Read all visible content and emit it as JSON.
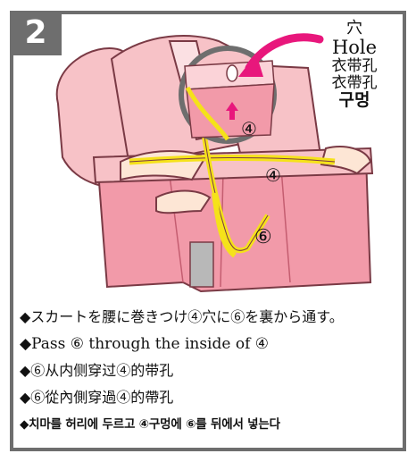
{
  "step": {
    "number": "2"
  },
  "hole_callout": {
    "jp": "穴",
    "en": "Hole",
    "cn_simplified": "衣带孔",
    "cn_traditional": "衣帶孔",
    "ko": "구멍"
  },
  "markers": {
    "hole": "④",
    "skirt": "④",
    "tie": "⑥"
  },
  "instructions": {
    "jp": "◆スカートを腰に巻きつけ④穴に⑥を裏から通す。",
    "en": "◆Pass ⑥ through the inside of ④",
    "cn_simplified": "◆⑥从内侧穿过④的带孔",
    "cn_traditional": "◆⑥從內側穿過④的帶孔",
    "ko": "◆치마를 허리에 두르고 ④구멍에 ⑥를 뒤에서 넣는다"
  },
  "colors": {
    "frame": "#6e6e6e",
    "kimono_pink": "#f7c2c7",
    "skirt_pink": "#f08f9f",
    "tie_yellow": "#f5e21a",
    "callout_arrow": "#e8177c"
  }
}
